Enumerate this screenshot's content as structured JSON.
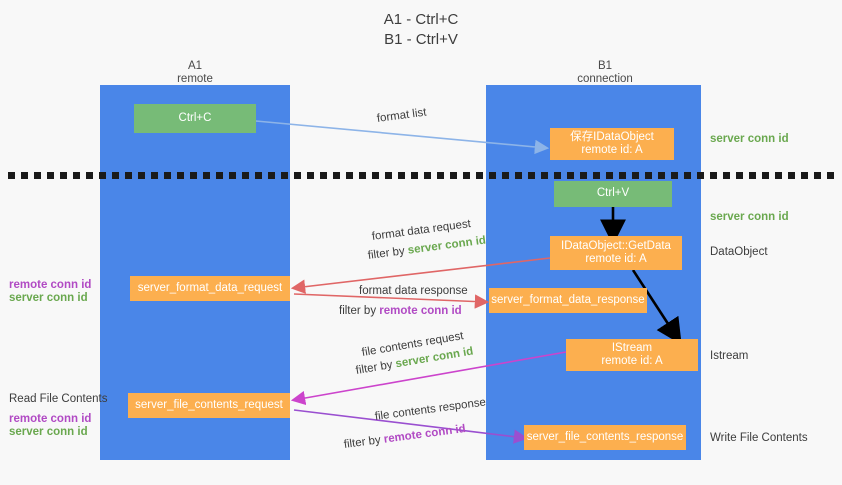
{
  "title": {
    "line1": "A1 - Ctrl+C",
    "line2": "B1 - Ctrl+V"
  },
  "columns": [
    {
      "name": "A1",
      "sub": "remote"
    },
    {
      "name": "B1",
      "sub": "connection"
    }
  ],
  "boxes": {
    "ctrl_c": "Ctrl+C",
    "ctrl_v": "Ctrl+V",
    "idataobject_title": "保存IDataObject",
    "idataobject_sub": "remote id: A",
    "getdata_title": "IDataObject::GetData",
    "getdata_sub": "remote id: A",
    "istream_title": "IStream",
    "istream_sub": "remote id: A",
    "server_format_data_request": "server_format_data_request",
    "server_format_data_response": "server_format_data_response",
    "server_file_contents_request": "server_file_contents_request",
    "server_file_contents_response": "server_file_contents_response"
  },
  "edges": {
    "format_list": "format list",
    "format_data_request": "format data request",
    "format_data_response": "format data response",
    "file_contents_request": "file contents request",
    "file_contents_response": "file contents response",
    "filter_by": "filter by",
    "server_conn_id": "server conn id",
    "remote_conn_id": "remote conn id"
  },
  "right_labels": {
    "server_conn_id_top": "server conn id",
    "server_conn_id_mid": "server conn id",
    "dataobject": "DataObject",
    "istream": "Istream",
    "write_file_contents": "Write File Contents"
  },
  "left_labels": {
    "remote_conn_id_1": "remote conn id",
    "server_conn_id_1": "server conn id",
    "read_file_contents": "Read File Contents",
    "remote_conn_id_2": "remote conn id",
    "server_conn_id_2": "server conn id"
  },
  "colors": {
    "lane": "#4a86e8",
    "green_box": "#77bb77",
    "orange_box": "#fcaf4f",
    "green_text": "#6aa84f",
    "purple_text": "#b14ac4",
    "blue_arrow": "#8db4e8",
    "red_arrow": "#e06666",
    "magenta_arrow": "#cc44cc",
    "purple_arrow": "#9a4fd0",
    "black_arrow": "#000000",
    "background": "#f8f8f8"
  }
}
